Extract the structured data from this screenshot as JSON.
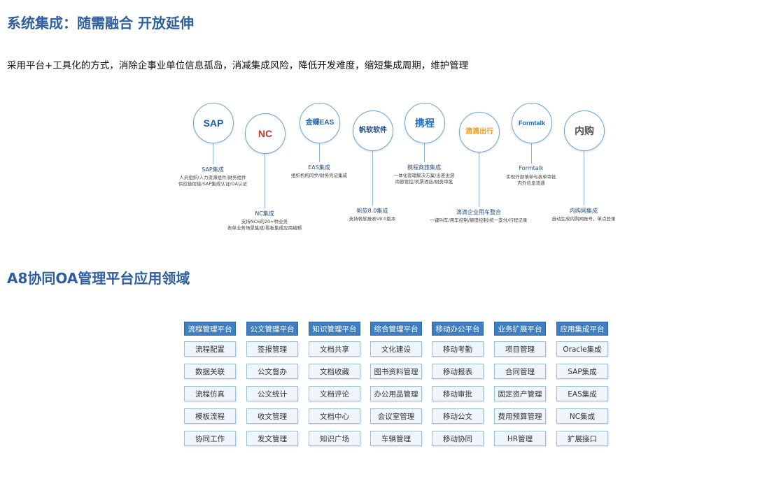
{
  "section1": {
    "title": "系统集成：随需融合 开放延伸",
    "subtitle": "采用平台+工具化的方式，消除企事业单位信息孤岛，消减集成风险，降低开发难度，缩短集成周期，维护管理"
  },
  "integrations": [
    {
      "logo_text": "SAP",
      "logo_color": "#1b5fae",
      "label": "SAP集成",
      "desc": [
        "人员组织/人力资源组件/财务组件",
        "供应链衔接/SAP集成认证/OA认证"
      ]
    },
    {
      "logo_text": "NC",
      "logo_color": "#c0392b",
      "label": "NC集成",
      "desc": [
        "支持NC6的20+种业务",
        "表单业务场景集成/看板集成应用编辑"
      ]
    },
    {
      "logo_text": "金蝶EAS",
      "logo_color": "#1e63b5",
      "label": "EAS集成",
      "desc": [
        "组织机构同步/财务凭证集成"
      ]
    },
    {
      "logo_text": "帆软软件",
      "logo_color": "#1a4c8c",
      "label": "帆软8.0集成",
      "desc": [
        "支持帆软报表V8.0版本"
      ]
    },
    {
      "logo_text": "携程",
      "logo_color": "#1f75c4",
      "label": "携程商旅集成",
      "desc": [
        "一体化管理解决方案/出差出游",
        "商旅管控/机票酒店/财务审批"
      ]
    },
    {
      "logo_text": "滴滴出行",
      "logo_color": "#f29b1d",
      "label": "滴滴企业用车整合",
      "desc": [
        "一键叫车/用车控制/额度控制/统一支付/行程记录"
      ]
    },
    {
      "logo_text": "Formtalk",
      "logo_color": "#1e63b5",
      "label": "Formtalk",
      "desc": [
        "实现外部填单与表单审批",
        "内外信息流通"
      ]
    },
    {
      "logo_text": "内购",
      "logo_color": "#555555",
      "label": "内购网集成",
      "desc": [
        "自动生成内购网账号，单点登录"
      ]
    }
  ],
  "section2": {
    "title": "A8协同OA管理平台应用领域"
  },
  "columns": [
    {
      "header": "流程管理平台",
      "items": [
        "流程配置",
        "数据关联",
        "流程仿真",
        "模板流程",
        "协同工作"
      ]
    },
    {
      "header": "公文管理平台",
      "items": [
        "签报管理",
        "公文督办",
        "公文统计",
        "收文管理",
        "发文管理"
      ]
    },
    {
      "header": "知识管理平台",
      "items": [
        "文档共享",
        "文档收藏",
        "文档评论",
        "文档中心",
        "知识广场"
      ]
    },
    {
      "header": "综合管理平台",
      "items": [
        "文化建设",
        "图书资料管理",
        "办公用品管理",
        "会议室管理",
        "车辆管理"
      ]
    },
    {
      "header": "移动办公平台",
      "items": [
        "移动考勤",
        "移动报表",
        "移动审批",
        "移动公文",
        "移动协同"
      ]
    },
    {
      "header": "业务扩展平台",
      "items": [
        "项目管理",
        "合同管理",
        "固定资产管理",
        "费用预算管理",
        "HR管理"
      ]
    },
    {
      "header": "应用集成平台",
      "items": [
        "Oracle集成",
        "SAP集成",
        "EAS集成",
        "NC集成",
        "扩展接口"
      ]
    }
  ]
}
